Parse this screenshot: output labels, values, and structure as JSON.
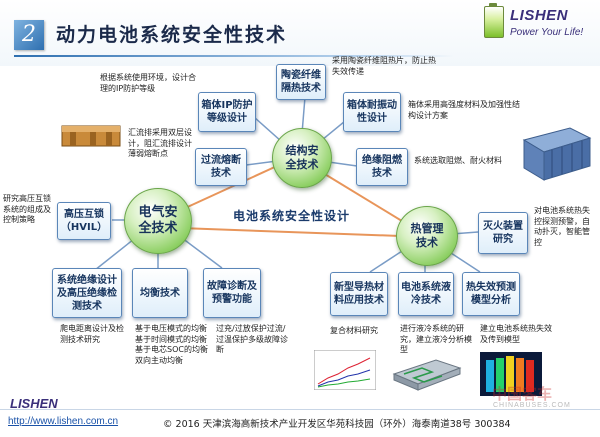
{
  "header": {
    "section_number": "2",
    "title": "动力电池系统安全性技术",
    "brand": "LISHEN",
    "slogan": "Power Your Life!"
  },
  "center_label": "电池系统安全性设计",
  "hubs": {
    "structural": "结构安全技术",
    "electrical": "电气安全技术",
    "thermal": "热管理技术"
  },
  "structural_items": {
    "ip_protection": "箱体IP防护等级设计",
    "ceramic_fiber": "陶瓷纤维隔热技术",
    "vibration": "箱体耐振动性设计",
    "overcurrent_fuse": "过流熔断技术",
    "insulation_flame": "绝缘阻燃技术"
  },
  "electrical_items": {
    "hvil": "高压互锁（HVIL）",
    "insulation_detection": "系统绝缘设计及高压绝缘检测技术",
    "balancing": "均衡技术",
    "fault_diagnosis": "故障诊断及预警功能"
  },
  "thermal_items": {
    "fire_suppression": "灭火装置研究",
    "heat_conduction": "新型导热材料应用技术",
    "liquid_cooling": "电池系统液冷技术",
    "thermal_runaway": "热失效预测模型分析"
  },
  "notes": {
    "ip_note": "根据系统使用环境，设计合理的IP防护等级",
    "ceramic_note": "采用陶瓷纤维阻热片，防止热失效传递",
    "vibration_note": "箱体采用高强度材料及加强性结构设计方案",
    "fuse_note": "汇流排采用双层设计，阻汇流排设计薄弱熔断点",
    "flame_note": "系统选取阻燃、耐火材料",
    "hvil_note": "研究高压互锁系统的组成及控制策略",
    "fire_note": "对电池系统热失控探测预警，自动扑灭，智能管控",
    "detection_note": "爬电距离设计及检测技术研究",
    "balancing_note": "基于电压模式的均衡基于时间模式的均衡基于电芯SOC的均衡双向主动均衡",
    "fault_note": "过充/过放保护过流/过温保护多级故障诊断",
    "material_note": "复合材料研究",
    "cooling_note": "进行液冷系统的研究，建立液冷分析模型",
    "runaway_note": "建立电池系统热失效及传到模型"
  },
  "footer": {
    "brand": "LISHEN",
    "url": "http://www.lishen.com.cn",
    "copyright": "© 2016  天津滨海高新技术产业开发区华苑科技园（环外）海泰南道38号  300384",
    "watermark": "中国客车",
    "watermark_sub": "CHINABUSES.COM"
  },
  "colors": {
    "box_border": "#5a86b8",
    "hub_green": "#8ccf62",
    "connector_orange": "#e8955a",
    "title_text": "#1b2a4a"
  }
}
